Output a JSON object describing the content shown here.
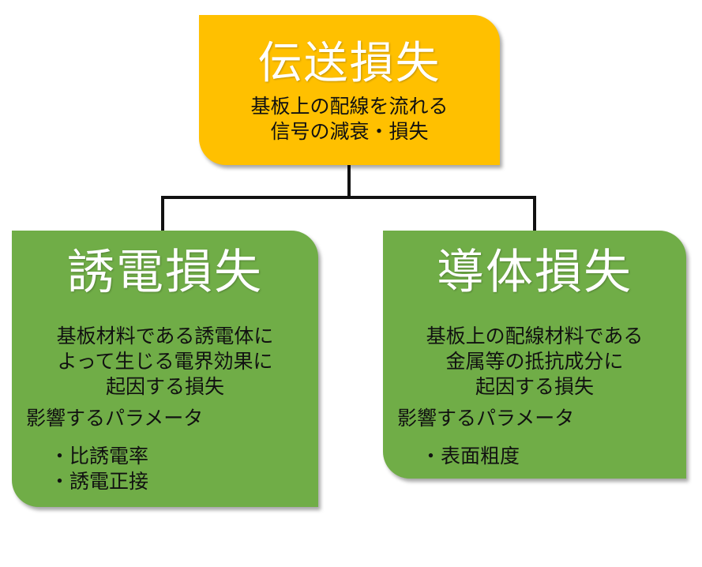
{
  "top": {
    "title": "伝送損失",
    "desc_line1": "基板上の配線を流れる",
    "desc_line2": "信号の減衰・損失"
  },
  "left": {
    "title": "誘電損失",
    "desc_line1": "基板材料である誘電体に",
    "desc_line2": "よって生じる電界効果に",
    "desc_line3": "起因する損失",
    "params_label": "影響するパラメータ",
    "params": [
      "・比誘電率",
      "・誘電正接"
    ]
  },
  "right": {
    "title": "導体損失",
    "desc_line1": "基板上の配線材料である",
    "desc_line2": "金属等の抵抗成分に",
    "desc_line3": "起因する損失",
    "params_label": "影響するパラメータ",
    "params": [
      "・表面粗度"
    ]
  },
  "colors": {
    "top_box": "#ffc000",
    "child_box": "#70ad47",
    "title_text": "#ffffff",
    "connector": "#111111"
  }
}
